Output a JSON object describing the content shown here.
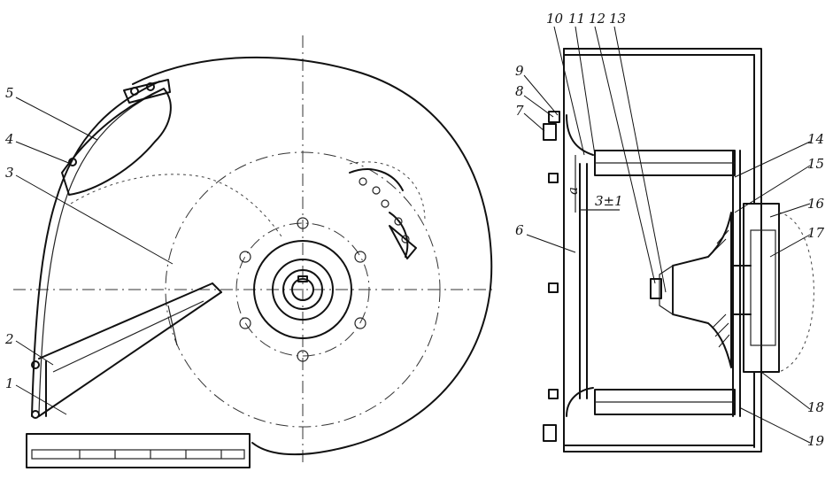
{
  "left_view": {
    "labels": [
      "5",
      "4",
      "3",
      "2",
      "1"
    ]
  },
  "right_view": {
    "labels": [
      "9",
      "8",
      "7",
      "10",
      "11",
      "12",
      "13",
      "14",
      "15",
      "16",
      "17",
      "6",
      "18",
      "19"
    ],
    "dimension_gap": "a",
    "dimension_clearance": "3±1"
  },
  "colors": {
    "ink": "#111111",
    "paper": "#ffffff"
  }
}
